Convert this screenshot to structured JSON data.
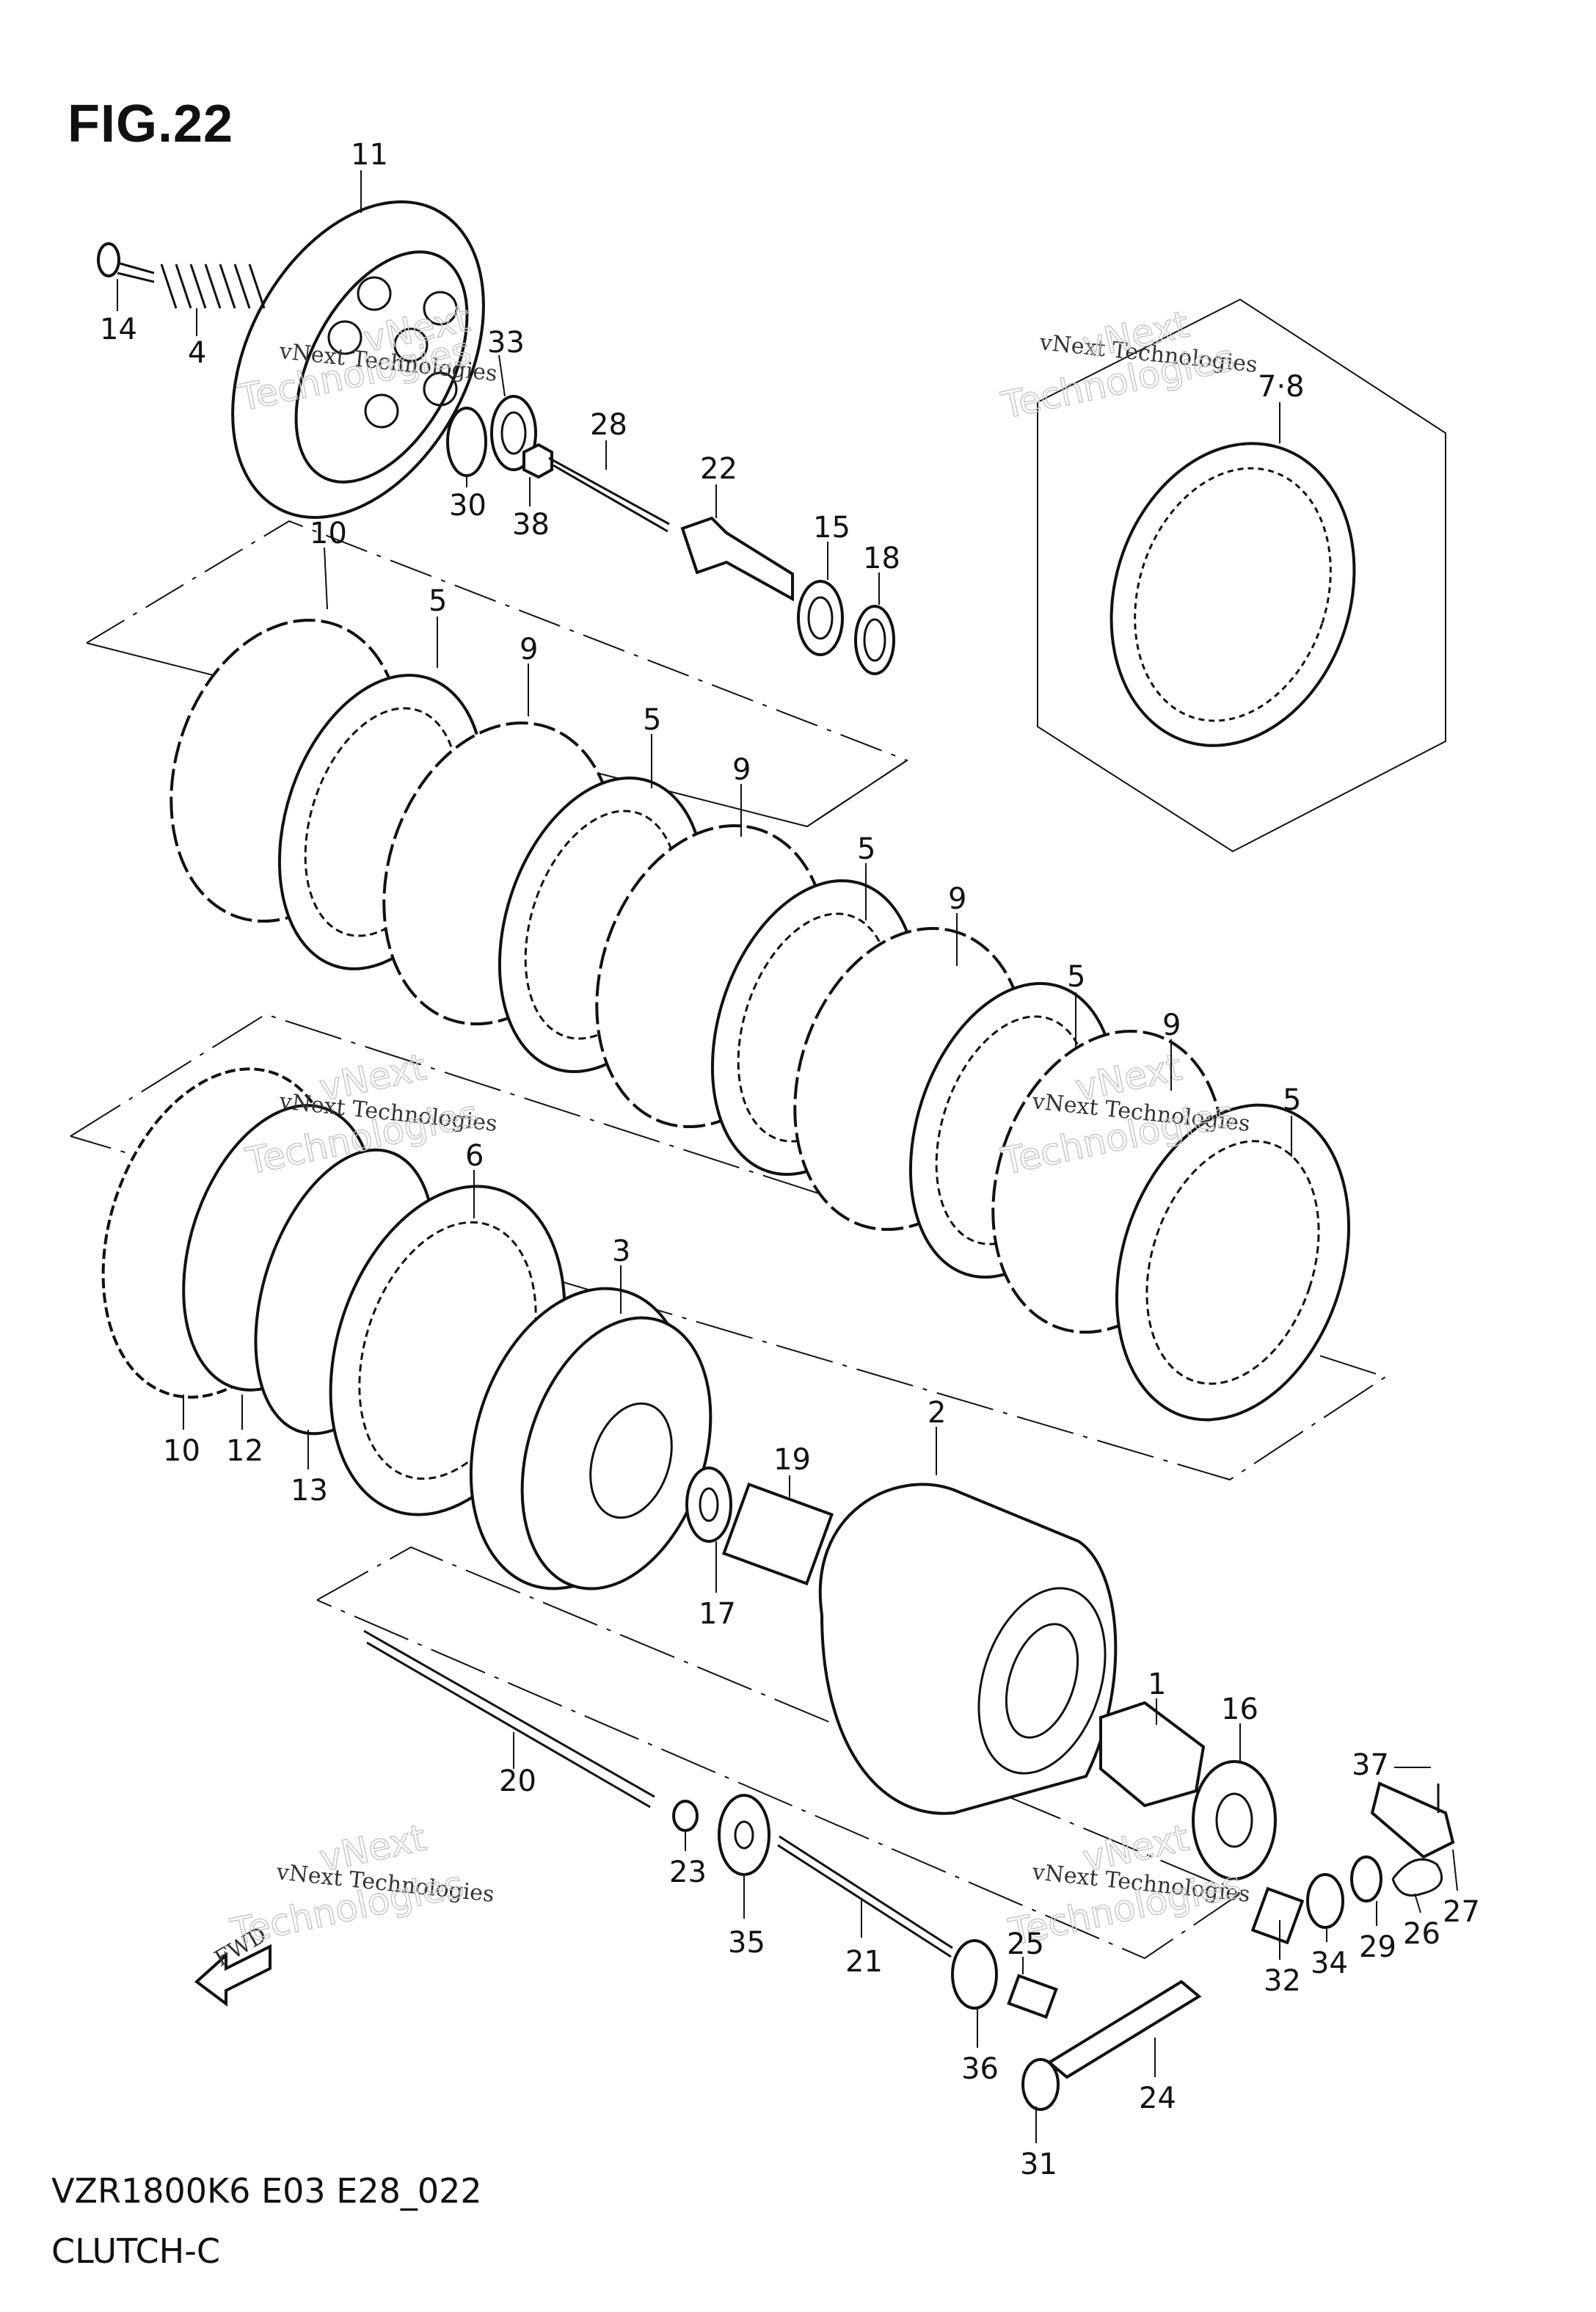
{
  "figure": {
    "title": "FIG.22",
    "model_code": "VZR1800K6 E03 E28_022",
    "section_title": "CLUTCH-C"
  },
  "watermark": {
    "line1": "vNext Technologies",
    "big1": "vNext",
    "big2": "Technologies"
  },
  "fwd_label": "FWD",
  "callouts": [
    {
      "id": "c11",
      "label": "11"
    },
    {
      "id": "c14",
      "label": "14"
    },
    {
      "id": "c4",
      "label": "4"
    },
    {
      "id": "c33",
      "label": "33"
    },
    {
      "id": "c30",
      "label": "30"
    },
    {
      "id": "c38",
      "label": "38"
    },
    {
      "id": "c28",
      "label": "28"
    },
    {
      "id": "c22",
      "label": "22"
    },
    {
      "id": "c15",
      "label": "15"
    },
    {
      "id": "c18",
      "label": "18"
    },
    {
      "id": "c78",
      "label": "7·8"
    },
    {
      "id": "c10a",
      "label": "10"
    },
    {
      "id": "c5a",
      "label": "5"
    },
    {
      "id": "c9a",
      "label": "9"
    },
    {
      "id": "c5b",
      "label": "5"
    },
    {
      "id": "c9b",
      "label": "9"
    },
    {
      "id": "c5c",
      "label": "5"
    },
    {
      "id": "c9c",
      "label": "9"
    },
    {
      "id": "c5d",
      "label": "5"
    },
    {
      "id": "c9d",
      "label": "9"
    },
    {
      "id": "c5e",
      "label": "5"
    },
    {
      "id": "c6",
      "label": "6"
    },
    {
      "id": "c3",
      "label": "3"
    },
    {
      "id": "c10b",
      "label": "10"
    },
    {
      "id": "c12",
      "label": "12"
    },
    {
      "id": "c13",
      "label": "13"
    },
    {
      "id": "c19",
      "label": "19"
    },
    {
      "id": "c17",
      "label": "17"
    },
    {
      "id": "c2",
      "label": "2"
    },
    {
      "id": "c1",
      "label": "1"
    },
    {
      "id": "c16",
      "label": "16"
    },
    {
      "id": "c37",
      "label": "37"
    },
    {
      "id": "c20",
      "label": "20"
    },
    {
      "id": "c23",
      "label": "23"
    },
    {
      "id": "c35",
      "label": "35"
    },
    {
      "id": "c21",
      "label": "21"
    },
    {
      "id": "c25",
      "label": "25"
    },
    {
      "id": "c36",
      "label": "36"
    },
    {
      "id": "c24",
      "label": "24"
    },
    {
      "id": "c31",
      "label": "31"
    },
    {
      "id": "c32",
      "label": "32"
    },
    {
      "id": "c34",
      "label": "34"
    },
    {
      "id": "c29",
      "label": "29"
    },
    {
      "id": "c26",
      "label": "26"
    },
    {
      "id": "c27",
      "label": "27"
    }
  ]
}
